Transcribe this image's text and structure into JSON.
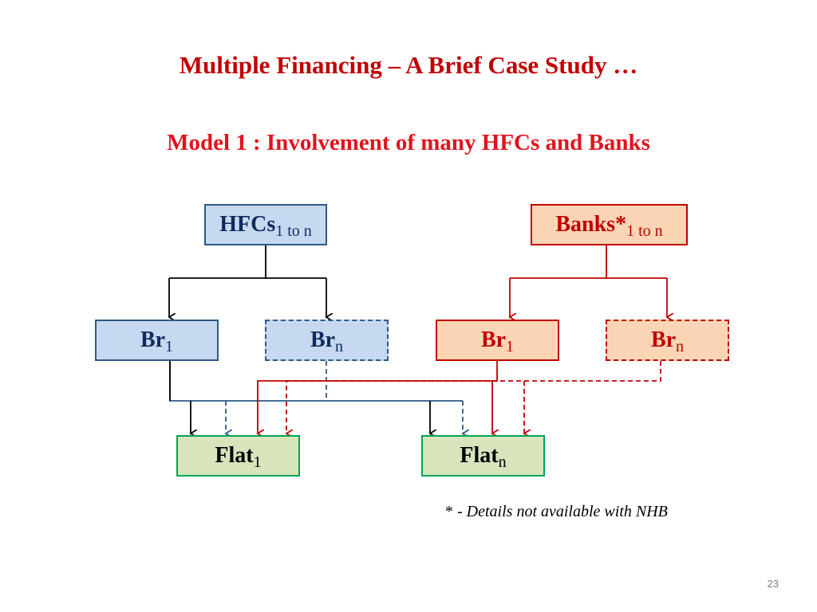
{
  "title": "Multiple Financing – A Brief Case Study …",
  "subtitle": "Model 1 : Involvement of many HFCs and Banks",
  "nodes": {
    "hfcs": {
      "label": "HFCs",
      "sub": "1 to n"
    },
    "banks": {
      "label": "Banks*",
      "sub": "1 to n"
    },
    "hfc_br1": {
      "label": "Br",
      "sub": "1"
    },
    "hfc_brn": {
      "label": "Br",
      "sub": "n"
    },
    "bank_br1": {
      "label": "Br",
      "sub": "1"
    },
    "bank_brn": {
      "label": "Br",
      "sub": "n"
    },
    "flat1": {
      "label": "Flat",
      "sub": "1"
    },
    "flatn": {
      "label": "Flat",
      "sub": "n"
    }
  },
  "footnote": {
    "prefix": "* - ",
    "text": "Details not available with NHB"
  },
  "page_number": "23",
  "colors": {
    "title": "#c00000",
    "subtitle": "#e0141e",
    "hfc_fill": "#c6d9f1",
    "hfc_border": "#2d5987",
    "bank_fill": "#fbd5b5",
    "bank_border": "#c00000",
    "flat_fill": "#d8e4bc",
    "flat_border": "#00a651"
  }
}
